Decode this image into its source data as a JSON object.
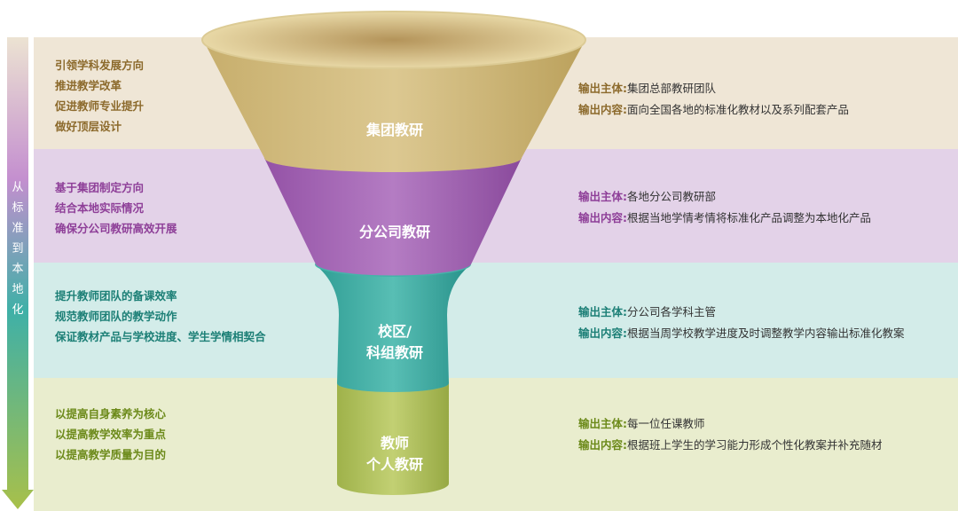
{
  "side_arrow": {
    "text": [
      "从",
      "标",
      "准",
      "到",
      "本",
      "地",
      "化"
    ]
  },
  "stages": [
    {
      "label": [
        "集团教研"
      ],
      "bullets": [
        "引领学科发展方向",
        "推进教学改革",
        "促进教师专业提升",
        "做好顶层设计"
      ],
      "output_subject_key": "输出主体:",
      "output_subject": "集团总部教研团队",
      "output_content_key": "输出内容:",
      "output_content": "面向全国各地的标准化教材以及系列配套产品"
    },
    {
      "label": [
        "分公司教研"
      ],
      "bullets": [
        "基于集团制定方向",
        "结合本地实际情况",
        "确保分公司教研高效开展"
      ],
      "output_subject_key": "输出主体:",
      "output_subject": "各地分公司教研部",
      "output_content_key": "输出内容:",
      "output_content": "根据当地学情考情将标准化产品调整为本地化产品"
    },
    {
      "label": [
        "校区/",
        "科组教研"
      ],
      "bullets": [
        "提升教师团队的备课效率",
        "规范教师团队的教学动作",
        "保证教材产品与学校进度、学生学情相契合"
      ],
      "output_subject_key": "输出主体:",
      "output_subject": "分公司各学科主管",
      "output_content_key": "输出内容:",
      "output_content": "根据当周学校教学进度及时调整教学内容输出标准化教案"
    },
    {
      "label": [
        "教师",
        "个人教研"
      ],
      "bullets": [
        "以提高自身素养为核心",
        "以提高教学效率为重点",
        "以提高教学质量为目的"
      ],
      "output_subject_key": "输出主体:",
      "output_subject": "每一位任课教师",
      "output_content_key": "输出内容:",
      "output_content": "根据班上学生的学习能力形成个性化教案并补充随材"
    }
  ],
  "colors": {
    "stage1": "#d2bd80",
    "stage2": "#a565b5",
    "stage3": "#3fb0a7",
    "stage4": "#b3c35c"
  }
}
